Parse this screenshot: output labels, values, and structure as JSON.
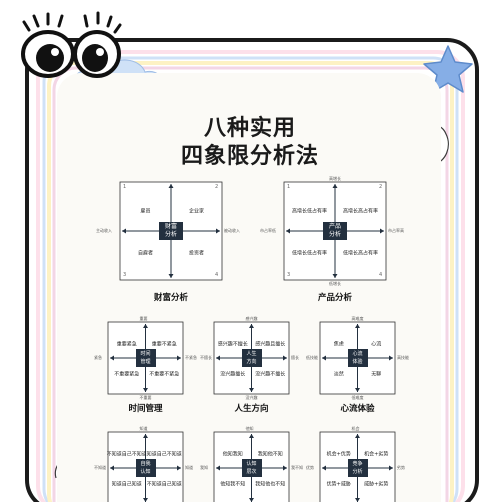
{
  "title": {
    "line1": "八种实用",
    "line2": "四象限分析法"
  },
  "charts": [
    {
      "name": "财富分析",
      "center": "财富\n分析",
      "quadrants": [
        "雇员",
        "企业家",
        "自雇者",
        "投资者"
      ],
      "axes": {
        "left": "主动收入",
        "right": "被动收入"
      },
      "nums": [
        "1",
        "2",
        "3",
        "4"
      ]
    },
    {
      "name": "产品分析",
      "center": "产品\n分析",
      "quadrants": [
        "高增长低占有率",
        "高增长高占有率",
        "低增长低占有率",
        "低增长高占有率"
      ],
      "axes": {
        "top": "高增长",
        "bottom": "低增长",
        "left": "市占率低",
        "right": "市占率高"
      },
      "nums": [
        "1",
        "2",
        "3",
        "4"
      ]
    },
    {
      "name": "时间管理",
      "center": "时间\n管理",
      "quadrants": [
        "重要紧急",
        "重要不紧急",
        "不重要紧急",
        "不重要不紧急"
      ],
      "axes": {
        "top": "重要",
        "bottom": "不重要",
        "left": "紧急",
        "right": "不紧急"
      }
    },
    {
      "name": "人生方向",
      "center": "人生\n方向",
      "quadrants": [
        "感兴趣不擅长",
        "感兴趣且擅长",
        "没兴趣擅长",
        "没兴趣不擅长"
      ],
      "axes": {
        "top": "感兴趣",
        "bottom": "没兴趣",
        "left": "不擅长",
        "right": "擅长"
      }
    },
    {
      "name": "心流体验",
      "center": "心流\n体验",
      "quadrants": [
        "焦虑",
        "心流",
        "淡然",
        "无聊"
      ],
      "axes": {
        "top": "高难度",
        "bottom": "低难度",
        "left": "低技能",
        "right": "高技能"
      }
    },
    {
      "name": "",
      "center": "自我\n认知",
      "quadrants": [
        "不知道自己不知道",
        "知道自己不知道",
        "知道自己知道",
        "不知道自己知道"
      ],
      "axes": {
        "top": "知道",
        "left": "不知道",
        "right": "知道"
      }
    },
    {
      "name": "",
      "center": "认知\n层次",
      "quadrants": [
        "他知我知",
        "我知他不知",
        "他知我不知",
        "我知他也不知"
      ],
      "axes": {
        "top": "他知",
        "left": "我知",
        "right": "我不知"
      }
    },
    {
      "name": "",
      "center": "竞争\n分析",
      "quadrants": [
        "机会+优势",
        "机会+劣势",
        "优势+威胁",
        "威胁+劣势"
      ],
      "axes": {
        "top": "机会",
        "left": "优势",
        "right": "劣势"
      }
    }
  ],
  "colors": {
    "frame_dark": "#1b1b1b",
    "star": "#86aee6",
    "center_box": "#23303f",
    "cloud": "#cfe1f7"
  }
}
